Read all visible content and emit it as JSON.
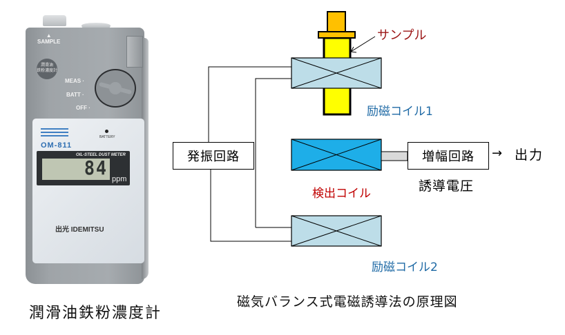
{
  "device": {
    "sample_label": "SAMPLE",
    "badge_text": "潤滑油\n鉄粉濃度計",
    "modes": [
      "MEAS",
      "BATT",
      "OFF"
    ],
    "model": "OM-811",
    "battery_label": "BATTERY",
    "lcd_title": "OIL-STEEL DUST METER",
    "reading": "84",
    "unit": "ppm",
    "brand": "出光 IDEMITSU",
    "caption": "潤滑油鉄粉濃度計"
  },
  "diagram": {
    "sample_label": "サンプル",
    "excitation_coil_1": "励磁コイル1",
    "excitation_coil_2": "励磁コイル2",
    "detection_coil": "検出コイル",
    "oscillator": "発振回路",
    "amplifier": "増幅回路",
    "output_arrow": "→",
    "output": "出力",
    "induced_voltage": "誘導電圧",
    "caption": "磁気バランス式電磁誘導法の原理図",
    "colors": {
      "sample_cap": "#ffc000",
      "sample_rod": "#ffff00",
      "excitation_coil": "#bddde8",
      "detection_coil": "#1eaee8",
      "connector": "#d9d9d9",
      "label_red": "#b00000",
      "label_darkred": "#9b1414",
      "label_blue": "#1f6aa5"
    }
  }
}
